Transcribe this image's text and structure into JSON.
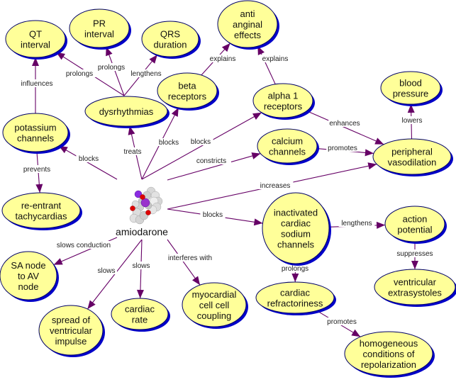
{
  "title": "amiodarone concept map",
  "colors": {
    "node_fill": "#ffff99",
    "node_border": "#000066",
    "node_shadow": "#0000c8",
    "link": "#660066"
  },
  "center": {
    "id": "amiodarone",
    "label": "amiodarone",
    "icon": "molecule-3d-icon"
  },
  "nodes": [
    {
      "id": "qt",
      "label": [
        "QT",
        "interval"
      ]
    },
    {
      "id": "pr",
      "label": [
        "PR",
        "interval"
      ]
    },
    {
      "id": "qrs",
      "label": [
        "QRS",
        "duration"
      ]
    },
    {
      "id": "antianginal",
      "label": [
        "anti",
        "anginal",
        "effects"
      ]
    },
    {
      "id": "beta",
      "label": [
        "beta",
        "receptors"
      ]
    },
    {
      "id": "dysrhythmias",
      "label": [
        "dysrhythmias"
      ]
    },
    {
      "id": "alpha1",
      "label": [
        "alpha 1",
        "receptors"
      ]
    },
    {
      "id": "bp",
      "label": [
        "blood",
        "pressure"
      ]
    },
    {
      "id": "potassium",
      "label": [
        "potassium",
        "channels"
      ]
    },
    {
      "id": "calcium",
      "label": [
        "calcium",
        "channels"
      ]
    },
    {
      "id": "vasodilation",
      "label": [
        "peripheral",
        "vasodilation"
      ]
    },
    {
      "id": "reentrant",
      "label": [
        "re-entrant",
        "tachycardias"
      ]
    },
    {
      "id": "sodium",
      "label": [
        "inactivated",
        "cardiac",
        "sodium",
        "channels"
      ]
    },
    {
      "id": "actionpotential",
      "label": [
        "action",
        "potential"
      ]
    },
    {
      "id": "saav",
      "label": [
        "SA node",
        "to AV",
        "node"
      ]
    },
    {
      "id": "spread",
      "label": [
        "spread of",
        "ventricular",
        "impulse"
      ]
    },
    {
      "id": "cardiacrate",
      "label": [
        "cardiac",
        "rate"
      ]
    },
    {
      "id": "coupling",
      "label": [
        "myocardial",
        "cell cell",
        "coupling"
      ]
    },
    {
      "id": "refractoriness",
      "label": [
        "cardiac",
        "refractoriness"
      ]
    },
    {
      "id": "extrasystoles",
      "label": [
        "ventricular",
        "extrasystoles"
      ]
    },
    {
      "id": "homogeneous",
      "label": [
        "homogeneous",
        "conditions of",
        "repolarization"
      ]
    }
  ],
  "links": [
    {
      "from": "dysrhythmias",
      "to": "qt",
      "label": "prolongs"
    },
    {
      "from": "dysrhythmias",
      "to": "pr",
      "label": "prolongs"
    },
    {
      "from": "dysrhythmias",
      "to": "qrs",
      "label": "lengthens"
    },
    {
      "from": "beta",
      "to": "antianginal",
      "label": "explains"
    },
    {
      "from": "alpha1",
      "to": "antianginal",
      "label": "explains"
    },
    {
      "from": "potassium",
      "to": "qt",
      "label": "influences"
    },
    {
      "from": "potassium",
      "to": "reentrant",
      "label": "prevents"
    },
    {
      "from": "amiodarone",
      "to": "potassium",
      "label": "blocks"
    },
    {
      "from": "amiodarone",
      "to": "dysrhythmias",
      "label": "treats"
    },
    {
      "from": "amiodarone",
      "to": "beta",
      "label": "blocks"
    },
    {
      "from": "amiodarone",
      "to": "alpha1",
      "label": "blocks"
    },
    {
      "from": "amiodarone",
      "to": "calcium",
      "label": "constricts"
    },
    {
      "from": "alpha1",
      "to": "vasodilation",
      "label": "enhances"
    },
    {
      "from": "calcium",
      "to": "vasodilation",
      "label": "promotes"
    },
    {
      "from": "vasodilation",
      "to": "bp",
      "label": "lowers"
    },
    {
      "from": "amiodarone",
      "to": "vasodilation",
      "label": "increases"
    },
    {
      "from": "amiodarone",
      "to": "sodium",
      "label": "blocks"
    },
    {
      "from": "sodium",
      "to": "actionpotential",
      "label": "lengthens"
    },
    {
      "from": "actionpotential",
      "to": "extrasystoles",
      "label": "suppresses"
    },
    {
      "from": "sodium",
      "to": "refractoriness",
      "label": "prolongs"
    },
    {
      "from": "refractoriness",
      "to": "homogeneous",
      "label": "promotes"
    },
    {
      "from": "amiodarone",
      "to": "saav",
      "label": "slows conduction"
    },
    {
      "from": "amiodarone",
      "to": "spread",
      "label": "slows"
    },
    {
      "from": "amiodarone",
      "to": "cardiacrate",
      "label": "slows"
    },
    {
      "from": "amiodarone",
      "to": "coupling",
      "label": "interferes with"
    }
  ]
}
